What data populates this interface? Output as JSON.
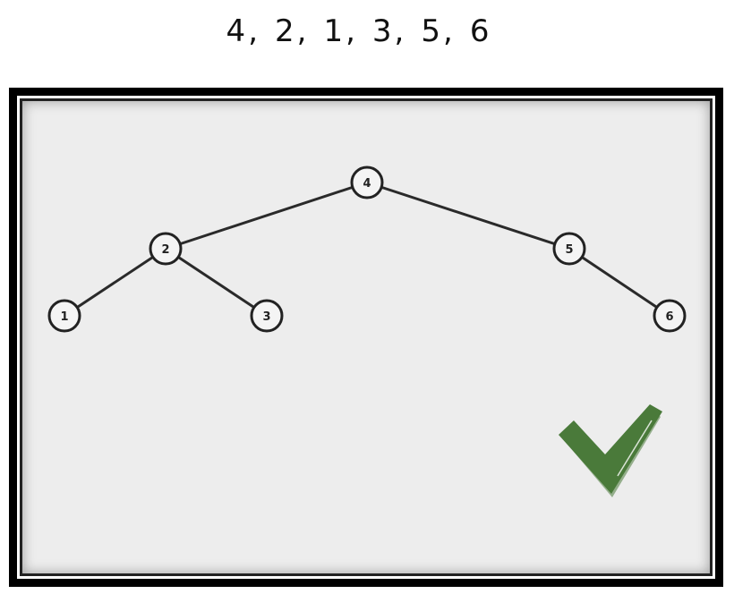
{
  "sequence": [
    "4",
    "2",
    "1",
    "3",
    "5",
    "6"
  ],
  "separator": ",",
  "tree": {
    "nodes": [
      {
        "id": "n4",
        "label": "4"
      },
      {
        "id": "n2",
        "label": "2"
      },
      {
        "id": "n5",
        "label": "5"
      },
      {
        "id": "n1",
        "label": "1"
      },
      {
        "id": "n3",
        "label": "3"
      },
      {
        "id": "n6",
        "label": "6"
      }
    ],
    "edges": [
      {
        "from": "n4",
        "to": "n2"
      },
      {
        "from": "n4",
        "to": "n5"
      },
      {
        "from": "n2",
        "to": "n1"
      },
      {
        "from": "n2",
        "to": "n3"
      },
      {
        "from": "n5",
        "to": "n6"
      }
    ]
  },
  "colors": {
    "node_stroke": "#222222",
    "node_fill": "#f4f4f4",
    "edge": "#2a2a2a",
    "check": "#4a7a3a",
    "check_highlight": "#ffffff",
    "panel_bg": "#ededed"
  },
  "icons": {
    "result": "checkmark-icon"
  }
}
